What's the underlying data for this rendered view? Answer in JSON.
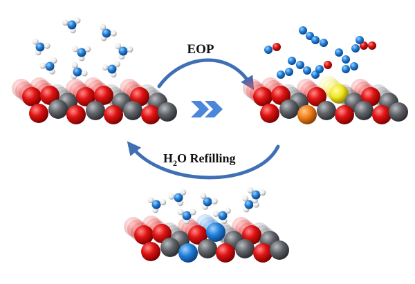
{
  "labels": {
    "top": "EOP",
    "bottom_main": "H",
    "bottom_sub": "2",
    "bottom_rest": "O Refilling"
  },
  "colors": {
    "oxygen": "#e11414",
    "carbon": "#5f6368",
    "nitrogen": "#1f7fd8",
    "hydrogen": "#f2f2f2",
    "arrow": "#3f6fb5",
    "chevron": "#4a86d9",
    "yellow_atom": "#f2e61f",
    "orange_atom": "#ef7f1a"
  },
  "icons": {
    "forward": "double-chevron-icon"
  }
}
